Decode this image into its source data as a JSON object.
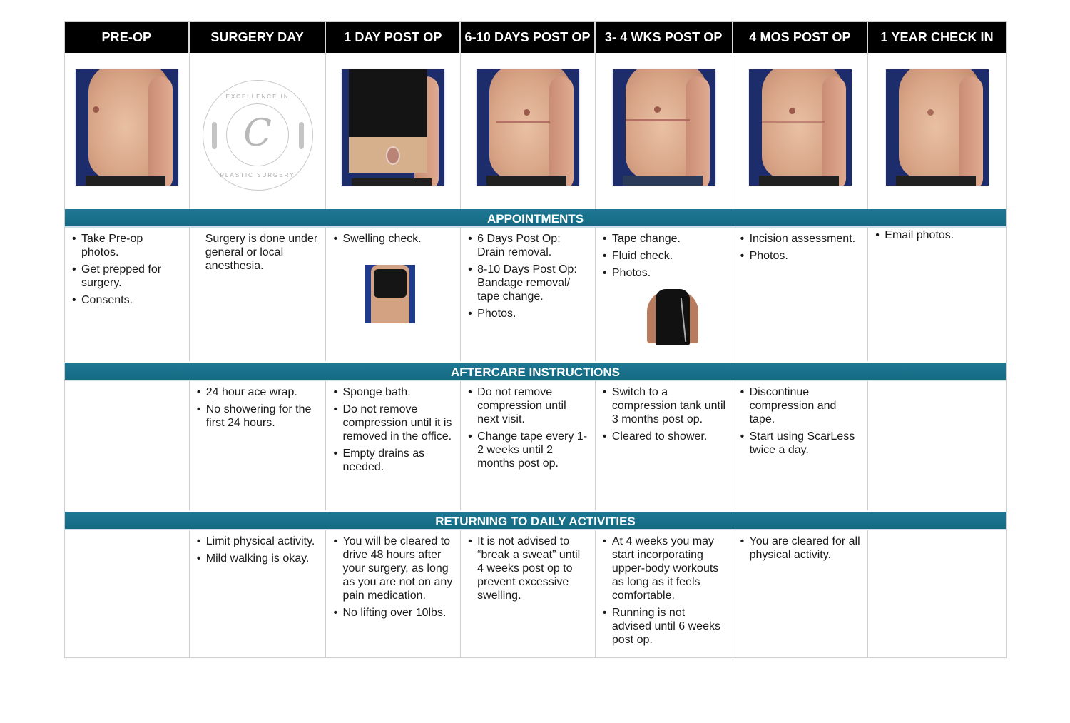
{
  "colors": {
    "header_bg": "#000000",
    "header_text": "#ffffff",
    "band_bg": "#1a7088",
    "band_text": "#ffffff",
    "grid_line": "#cfcfcf"
  },
  "stages": [
    {
      "label": "PRE-OP",
      "photo": "pre-op-torso-photo"
    },
    {
      "label": "SURGERY  DAY",
      "photo": "clinic-logo"
    },
    {
      "label": "1 DAY POST OP",
      "photo": "compression-vest-drains-photo"
    },
    {
      "label": "6-10 DAYS POST OP",
      "photo": "post-op-torso-photo"
    },
    {
      "label": "3- 4 WKS POST OP",
      "photo": "post-op-torso-photo"
    },
    {
      "label": "4 MOS POST OP",
      "photo": "post-op-torso-photo"
    },
    {
      "label": "1 YEAR CHECK IN",
      "photo": "post-op-torso-photo"
    }
  ],
  "logo": {
    "top_text": "EXCELLENCE IN",
    "bottom_text": "PLASTIC SURGERY",
    "monogram": "C"
  },
  "sections": {
    "appointments": {
      "title": "APPOINTMENTS",
      "cells": [
        {
          "items": [
            "Take Pre-op photos.",
            "Get prepped for surgery.",
            "Consents."
          ]
        },
        {
          "text": "Surgery is done under general or local anesthesia."
        },
        {
          "items": [
            "Swelling check."
          ],
          "image": "compression-binder-thumbnail"
        },
        {
          "items": [
            "6 Days Post Op: Drain removal.",
            "8-10 Days Post Op: Bandage removal/ tape change.",
            "Photos."
          ]
        },
        {
          "items": [
            "Tape change.",
            "Fluid check.",
            "Photos."
          ],
          "image": "compression-tank-top-thumbnail"
        },
        {
          "items": [
            "Incision assessment.",
            "Photos."
          ]
        },
        {
          "items": [
            "Email photos."
          ]
        }
      ]
    },
    "aftercare": {
      "title": "AFTERCARE INSTRUCTIONS",
      "cells": [
        {
          "items": []
        },
        {
          "items": [
            "24 hour ace wrap.",
            "No showering for the first 24 hours."
          ]
        },
        {
          "items": [
            "Sponge bath.",
            "Do not remove compression until it is removed in the office.",
            "Empty drains as needed."
          ]
        },
        {
          "items": [
            "Do not remove compression until next visit.",
            "Change tape every 1-2 weeks until 2 months post op."
          ]
        },
        {
          "items": [
            "Switch to a compression tank until 3 months post op.",
            "Cleared to shower."
          ]
        },
        {
          "items": [
            "Discontinue compression and tape.",
            "Start using ScarLess twice a day."
          ]
        },
        {
          "items": []
        }
      ]
    },
    "activities": {
      "title": "RETURNING TO DAILY ACTIVITIES",
      "cells": [
        {
          "items": []
        },
        {
          "items": [
            "Limit physical activity.",
            "Mild walking is okay."
          ]
        },
        {
          "items": [
            "You will be cleared to drive 48 hours after your surgery, as long as you are not on any pain medication.",
            "No lifting over 10lbs."
          ]
        },
        {
          "items": [
            "It is not advised to “break a sweat” until 4 weeks post op to prevent excessive swelling."
          ]
        },
        {
          "items": [
            "At 4 weeks you may start incorporating upper-body workouts as long as it feels comfortable.",
            "Running is not advised until 6 weeks post op."
          ]
        },
        {
          "items": [
            "You are cleared for all physical activity."
          ]
        },
        {
          "items": []
        }
      ]
    }
  }
}
